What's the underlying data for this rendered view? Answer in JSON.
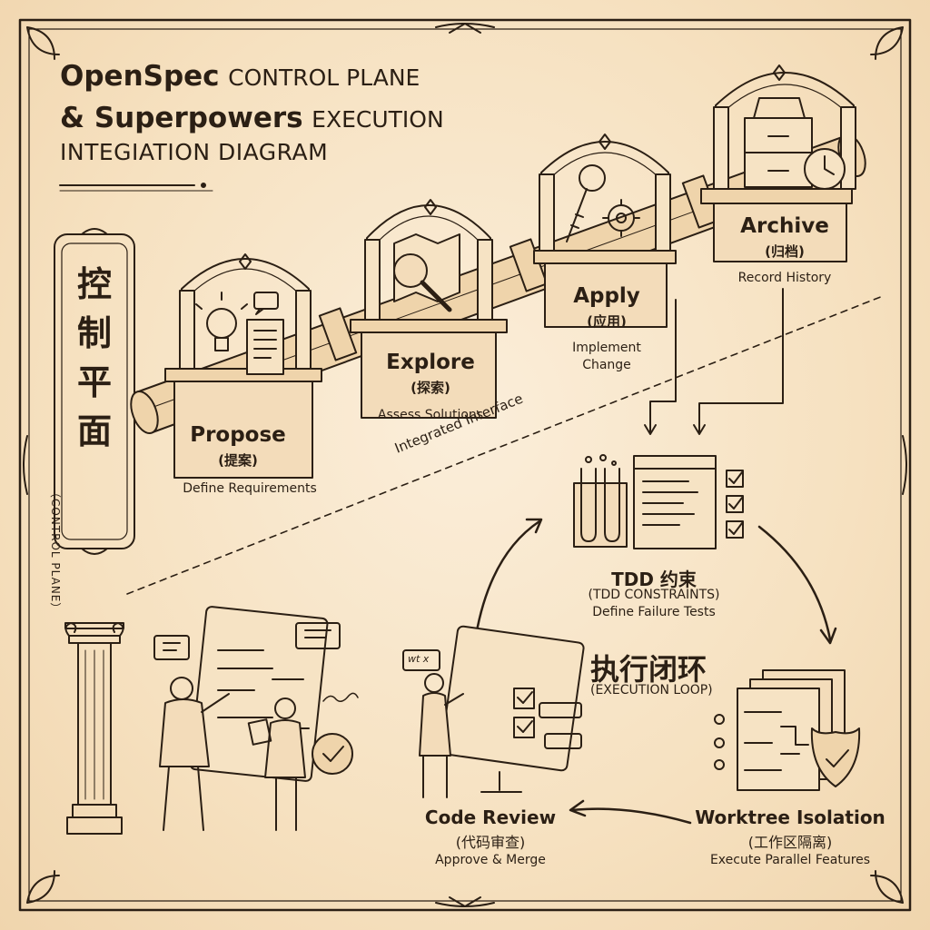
{
  "title": {
    "line1_bold": "OpenSpec",
    "line1_rest": "CONTROL PLANE",
    "line2_bold": "& Superpowers",
    "line2_rest": "EXECUTION",
    "line3": "INTEGIATION DIAGRAM"
  },
  "control_plane": {
    "label_cn": "控制平面",
    "label_en": "（CONTROL PLANE）"
  },
  "stages": [
    {
      "name": "Propose",
      "cn": "(提案)",
      "desc": "Define Requirements"
    },
    {
      "name": "Explore",
      "cn": "(探索)",
      "desc": "Assess Solutions"
    },
    {
      "name": "Apply",
      "cn": "(应用)",
      "desc_line1": "Implement",
      "desc_line2": "Change"
    },
    {
      "name": "Archive",
      "cn": "(归档)",
      "desc": "Record History"
    }
  ],
  "divider_label": "Integrated Interface",
  "execution_loop": {
    "label_cn": "执行闭环",
    "label_en": "(EXECUTION LOOP)",
    "steps": [
      {
        "name": "TDD 约束",
        "sub": "(TDD CONSTRAINTS)",
        "desc": "Define Failure Tests"
      },
      {
        "name": "Worktree Isolation",
        "cn": "(工作区隔离)",
        "desc": "Execute Parallel Features"
      },
      {
        "name": "Code Review",
        "cn": "(代码审查)",
        "desc": "Approve & Merge"
      }
    ]
  },
  "review_scribble": "wt x",
  "colors": {
    "background": "#f6e3c4",
    "ink": "#2b1f14",
    "plate": "#efd4ab"
  }
}
